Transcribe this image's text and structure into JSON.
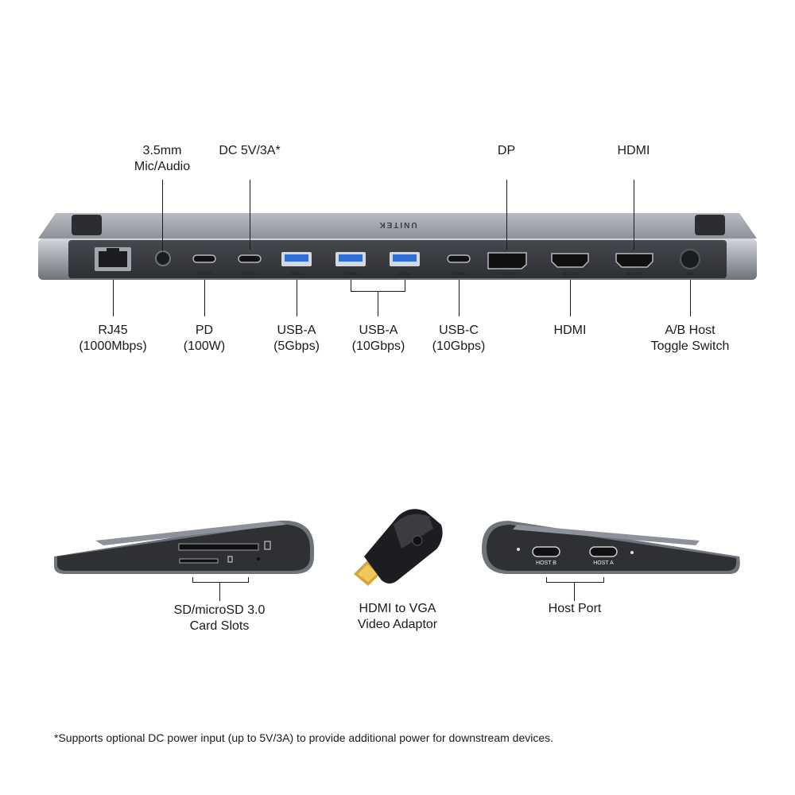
{
  "labels_top": {
    "audio": [
      "3.5mm",
      "Mic/Audio"
    ],
    "dc": [
      "DC 5V/3A*"
    ],
    "dp": [
      "DP"
    ],
    "hdmi_top": [
      "HDMI"
    ]
  },
  "labels_bottom": {
    "rj45": [
      "RJ45",
      "(1000Mbps)"
    ],
    "pd": [
      "PD",
      "(100W)"
    ],
    "usba5": [
      "USB-A",
      "(5Gbps)"
    ],
    "usba10": [
      "USB-A",
      "(10Gbps)"
    ],
    "usbc": [
      "USB-C",
      "(10Gbps)"
    ],
    "hdmi_bottom": [
      "HDMI"
    ],
    "ab": [
      "A/B Host",
      "Toggle Switch"
    ]
  },
  "labels_side": {
    "sd": [
      "SD/microSD 3.0",
      "Card Slots"
    ],
    "vga": [
      "HDMI to VGA",
      "Video Adaptor"
    ],
    "host": [
      "Host Port"
    ]
  },
  "port_text": {
    "pd": "PD100W",
    "dc": "DC 5.0V",
    "usba5": "5Gbps",
    "usba10a": "10Gbps",
    "usba10b": "10Gbps",
    "usbc": "10Gbps",
    "dp": "4K 60Hz",
    "hdmi1": "4K 60Hz",
    "hdmi2": "4K 60Hz",
    "ab": "A/B",
    "host_b": "HOST B",
    "host_a": "HOST A",
    "brand": "UNITEK"
  },
  "footnote": "*Supports optional DC power input (up to 5V/3A) to provide additional power for downstream devices.",
  "colors": {
    "body": "#8a8f98",
    "face": "#3c3f44",
    "usb_blue": "#2f6fd6"
  }
}
